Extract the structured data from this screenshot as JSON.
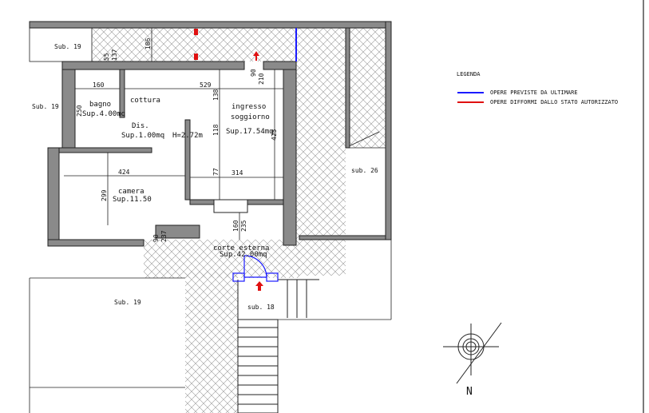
{
  "legend": {
    "title": "LEGENDA",
    "items": [
      {
        "color": "#1a1aff",
        "label": "OPERE PREVISTE DA ULTIMARE"
      },
      {
        "color": "#e01010",
        "label": "OPERE DIFFORMI DALLO STATO AUTORIZZATO"
      }
    ]
  },
  "subs": {
    "sub19_top": "Sub. 19",
    "sub19_left": "Sub. 19",
    "sub19_bottom": "Sub. 19",
    "sub26": "sub. 26",
    "sub18": "sub. 18"
  },
  "rooms": {
    "bagno_name": "bagno",
    "bagno_area": "Sup.4.00mq",
    "cottura": "cottura",
    "dis_name": "Dis.",
    "dis_area": "Sup.1.00mq",
    "height": "H=2.72m",
    "ingresso_name": "ingresso",
    "soggiorno_name": "soggiorno",
    "soggiorno_area": "Sup.17.54mq",
    "camera_name": "camera",
    "camera_area": "Sup.11.50",
    "corte_name": "corte esterna",
    "corte_area": "Sup.42.00mq"
  },
  "dims": {
    "d106": "106",
    "d55": "55",
    "d137": "137",
    "d160": "160",
    "d529": "529",
    "d90": "90",
    "d210": "210",
    "d250": "250",
    "d138": "138",
    "d118": "118",
    "d425": "425",
    "d424": "424",
    "d299": "299",
    "d314": "314",
    "d77": "77",
    "d160b": "160",
    "d235": "235",
    "d90b": "90",
    "d237": "237"
  },
  "north": "N",
  "colors": {
    "blue": "#1a1aff",
    "red": "#e01010",
    "wall": "#8a8a8a"
  }
}
